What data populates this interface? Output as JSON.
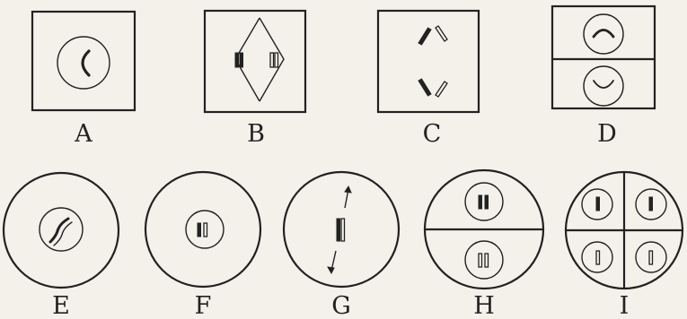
{
  "figure": {
    "labels": [
      "A",
      "B",
      "C",
      "D",
      "E",
      "F",
      "G",
      "H",
      "I"
    ]
  }
}
